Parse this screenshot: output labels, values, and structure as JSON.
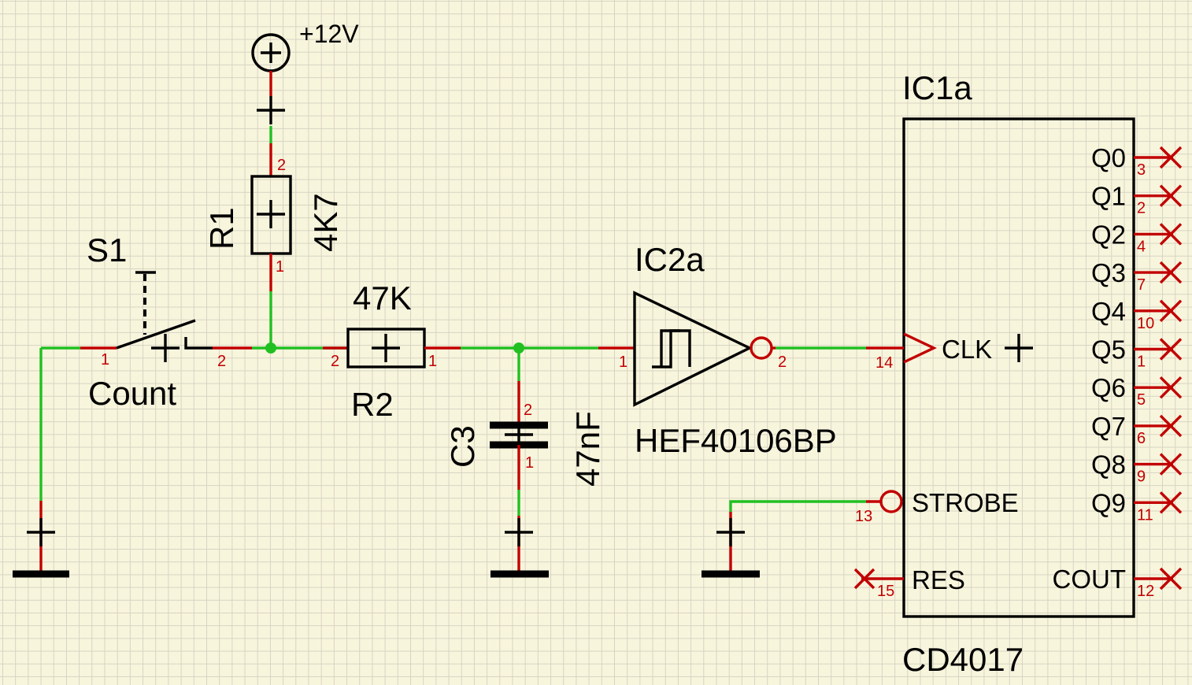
{
  "supply": {
    "label": "+12V"
  },
  "switch": {
    "ref": "S1",
    "value": "Count",
    "pins": [
      "1",
      "2"
    ]
  },
  "r1": {
    "ref": "R1",
    "value": "4K7",
    "pins": [
      "2",
      "1"
    ]
  },
  "r2": {
    "ref": "R2",
    "value": "47K",
    "pins": [
      "2",
      "1"
    ]
  },
  "c3": {
    "ref": "C3",
    "value": "47nF",
    "pins": [
      "2",
      "1"
    ]
  },
  "ic2": {
    "ref": "IC2a",
    "part": "HEF40106BP",
    "pins": [
      "1",
      "2"
    ]
  },
  "ic1": {
    "ref": "IC1a",
    "part": "CD4017",
    "inputs": [
      {
        "name": "CLK",
        "pin": "14"
      },
      {
        "name": "STROBE",
        "pin": "13"
      },
      {
        "name": "RES",
        "pin": "15"
      }
    ],
    "outputs": [
      {
        "name": "Q0",
        "pin": "3"
      },
      {
        "name": "Q1",
        "pin": "2"
      },
      {
        "name": "Q2",
        "pin": "4"
      },
      {
        "name": "Q3",
        "pin": "7"
      },
      {
        "name": "Q4",
        "pin": "10"
      },
      {
        "name": "Q5",
        "pin": "1"
      },
      {
        "name": "Q6",
        "pin": "5"
      },
      {
        "name": "Q7",
        "pin": "6"
      },
      {
        "name": "Q8",
        "pin": "9"
      },
      {
        "name": "Q9",
        "pin": "11"
      },
      {
        "name": "COUT",
        "pin": "12"
      }
    ]
  },
  "colors": {
    "wire": "#21c021",
    "lead": "#c20000",
    "symbol": "#000000",
    "background": "#f8f5dd"
  }
}
